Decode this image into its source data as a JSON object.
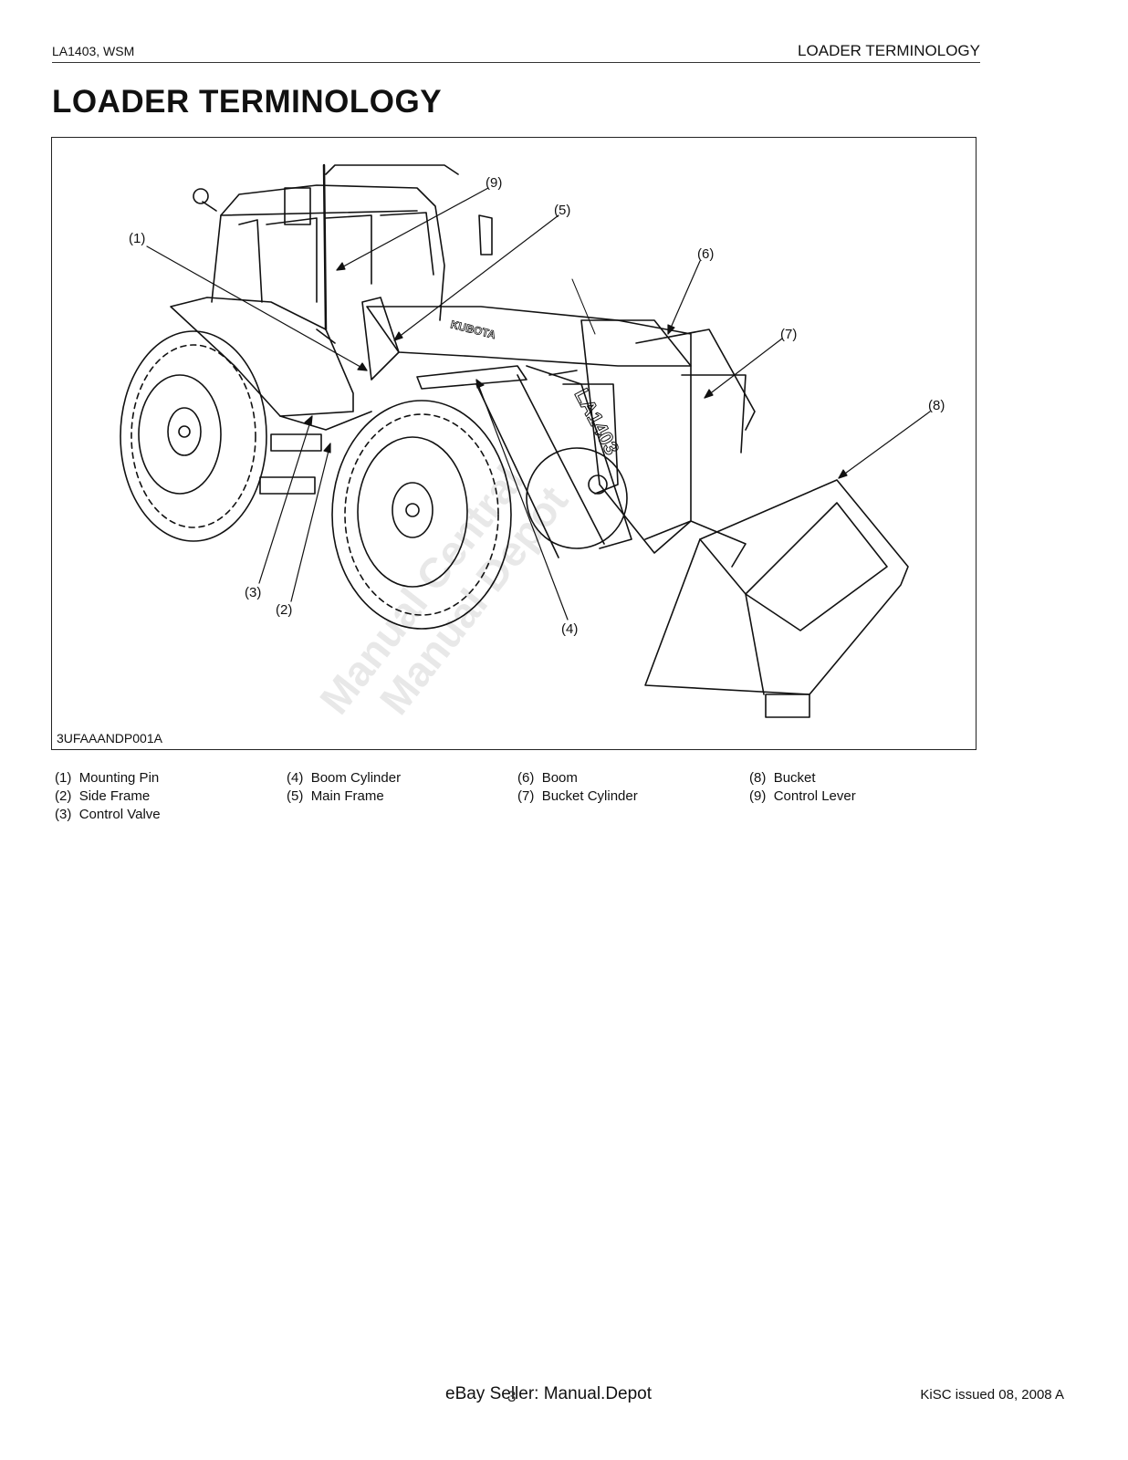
{
  "header": {
    "left": "LA1403, WSM",
    "right": "LOADER TERMINOLOGY"
  },
  "title": "LOADER  TERMINOLOGY",
  "figure": {
    "code": "3UFAAANDP001A",
    "callouts": [
      "(1)",
      "(2)",
      "(3)",
      "(4)",
      "(5)",
      "(6)",
      "(7)",
      "(8)",
      "(9)"
    ],
    "decals": {
      "brand": "KUBOTA",
      "model": "LA1403"
    }
  },
  "legend": [
    {
      "num": "(1)",
      "label": "Mounting Pin"
    },
    {
      "num": "(2)",
      "label": "Side Frame"
    },
    {
      "num": "(3)",
      "label": "Control Valve"
    },
    {
      "num": "(4)",
      "label": "Boom Cylinder"
    },
    {
      "num": "(5)",
      "label": "Main Frame"
    },
    {
      "num": "(6)",
      "label": "Boom"
    },
    {
      "num": "(7)",
      "label": "Bucket Cylinder"
    },
    {
      "num": "(8)",
      "label": "Bucket"
    },
    {
      "num": "(9)",
      "label": "Control Lever"
    }
  ],
  "watermark": {
    "line1": "Manual Central",
    "line2": "Manual Depot"
  },
  "footer": {
    "center": "eBay Seller: Manual.Depot",
    "page": "3",
    "right": "KiSC issued 08, 2008 A"
  }
}
